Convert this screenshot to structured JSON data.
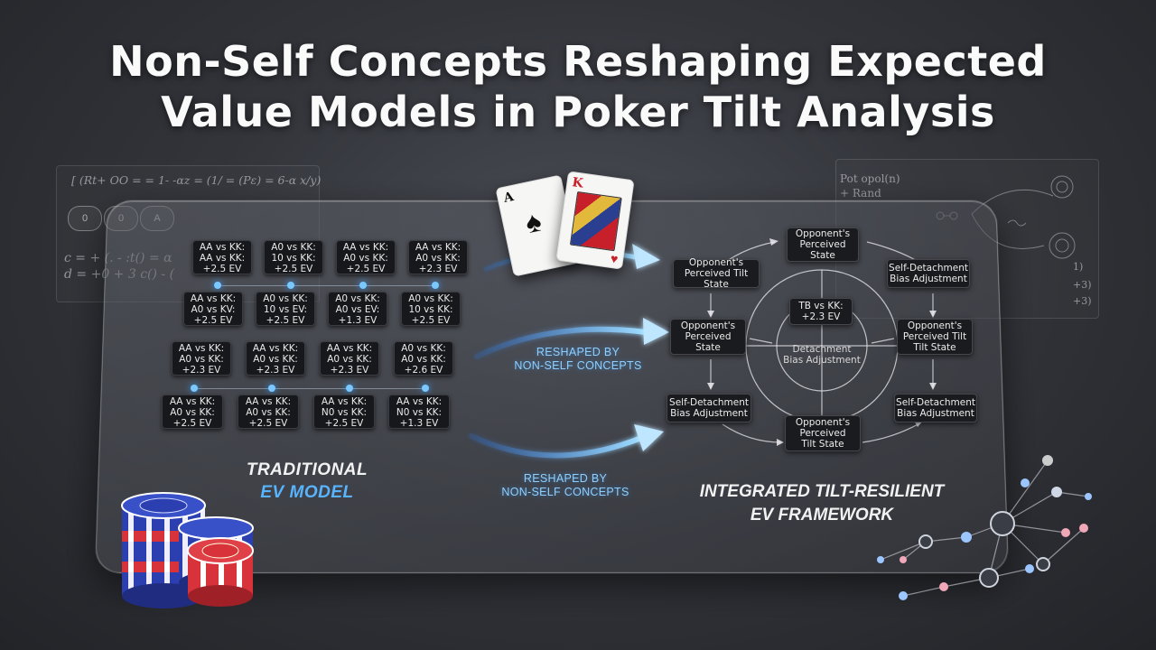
{
  "title": {
    "line1": "Non-Self Concepts Reshaping Expected",
    "line2": "Value Models in Poker Tilt Analysis"
  },
  "background_notes": {
    "left_top_formula": "[ (Rt+ OO = = 1- -ɑz = (1/ = (Pɛ) = 6-ɑ x/y)",
    "left_bottom_formula_1": "c = + (. - :t() = ɑ",
    "left_bottom_formula_2": "d = +0 + 3 c() - (",
    "right_top_text_1": "Pot opol(n)",
    "right_top_text_2": "+ Rand",
    "right_side_values": [
      "1)",
      "+3)",
      "+3)"
    ]
  },
  "traditional_grid": {
    "rows": [
      [
        {
          "l1": "AA vs KK:",
          "l2": "AA vs KK:",
          "l3": "+2.5 EV"
        },
        {
          "l1": "A0 vs KK:",
          "l2": "10 vs KK:",
          "l3": "+2.5 EV"
        },
        {
          "l1": "AA vs KK:",
          "l2": "A0 vs KK:",
          "l3": "+2.5 EV"
        },
        {
          "l1": "AA vs KK:",
          "l2": "A0 vs KK:",
          "l3": "+2.3 EV"
        }
      ],
      [
        {
          "l1": "AA vs KK:",
          "l2": "A0 vs KV:",
          "l3": "+2.5 EV"
        },
        {
          "l1": "A0 vs KK:",
          "l2": "10 vs EV:",
          "l3": "+2.5 EV"
        },
        {
          "l1": "A0 vs KK:",
          "l2": "A0 vs EV:",
          "l3": "+1.3 EV"
        },
        {
          "l1": "A0 vs KK:",
          "l2": "10 vs KK:",
          "l3": "+2.5 EV"
        }
      ],
      [
        {
          "l1": "AA vs KK:",
          "l2": "A0 vs KK:",
          "l3": "+2.3 EV"
        },
        {
          "l1": "AA vs KK:",
          "l2": "A0 vs KK:",
          "l3": "+2.3 EV"
        },
        {
          "l1": "AA vs KK:",
          "l2": "A0 vs KK:",
          "l3": "+2.3 EV"
        },
        {
          "l1": "A0 vs KK:",
          "l2": "A0 vs KK:",
          "l3": "+2.6 EV"
        }
      ],
      [
        {
          "l1": "AA vs KK:",
          "l2": "A0 vs KK:",
          "l3": "+2.5 EV"
        },
        {
          "l1": "AA vs KK:",
          "l2": "A0 vs KK:",
          "l3": "+2.5 EV"
        },
        {
          "l1": "AA vs KK:",
          "l2": "N0 vs KK:",
          "l3": "+2.5 EV"
        },
        {
          "l1": "AA vs KK:",
          "l2": "N0 vs KK:",
          "l3": "+1.3 EV"
        }
      ]
    ]
  },
  "labels": {
    "traditional_1": "TRADITIONAL",
    "traditional_2": "EV MODEL",
    "reshape_mid_1": "RESHAPED BY",
    "reshape_mid_2": "NON-SELF CONCEPTS",
    "reshape_bot_1": "RESHAPED BY",
    "reshape_bot_2": "NON-SELF CONCEPTS",
    "framework_1": "INTEGRATED TILT-RESILIENT",
    "framework_2": "EV FRAMEWORK"
  },
  "cards": {
    "ace_rank": "A",
    "ace_suit": "♠",
    "king_rank": "K",
    "king_suit": "♥"
  },
  "framework_nodes": {
    "top": [
      "Opponent's",
      "Perceived",
      "State"
    ],
    "top_left": [
      "Opponent's",
      "Perceived Tilt State"
    ],
    "top_right": [
      "Self-Detachment",
      "Bias Adjustment"
    ],
    "center_box": [
      "TB vs KK:",
      "+2.3 EV"
    ],
    "center_text": [
      "Detachment",
      "Bias Adjustment"
    ],
    "mid_left": [
      "Opponent's",
      "Perceived",
      "State"
    ],
    "mid_right": [
      "Opponent's",
      "Perceived Tilt",
      "Tilt State"
    ],
    "bot_left": [
      "Self-Detachment",
      "Bias Adjustment"
    ],
    "bot_right": [
      "Self-Detachment",
      "Bias Adjustment"
    ],
    "bottom": [
      "Opponent's",
      "Perceived",
      "Tilt State"
    ]
  },
  "colors": {
    "accent_blue": "#59b4ff",
    "glow_blue": "#3aa0ff",
    "chip_blue": "#2c3fb0",
    "chip_red": "#d8323a"
  }
}
